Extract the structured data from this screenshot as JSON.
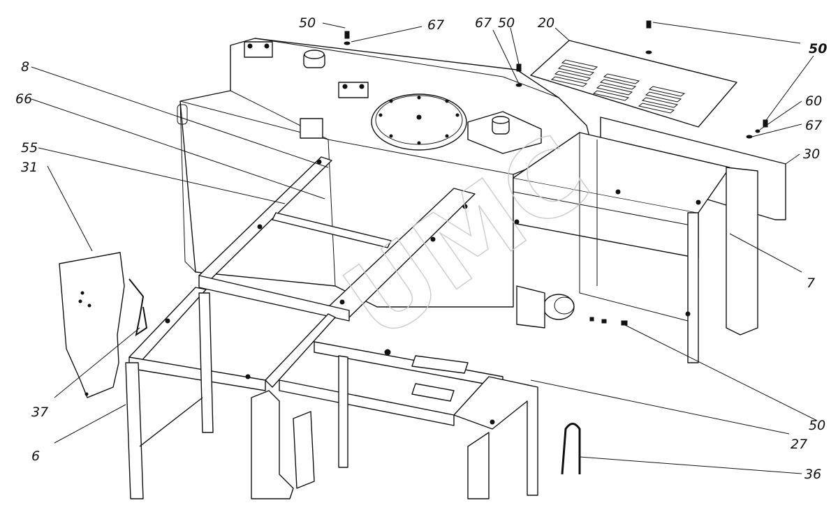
{
  "watermark": "UMC",
  "callouts": [
    {
      "id": "c50a",
      "text": "50"
    },
    {
      "id": "c67a",
      "text": "67"
    },
    {
      "id": "c67b",
      "text": "67"
    },
    {
      "id": "c50b",
      "text": "50"
    },
    {
      "id": "c20",
      "text": "20"
    },
    {
      "id": "c50c",
      "text": "50"
    },
    {
      "id": "c60",
      "text": "60"
    },
    {
      "id": "c67c",
      "text": "67"
    },
    {
      "id": "c30",
      "text": "30"
    },
    {
      "id": "c8",
      "text": "8"
    },
    {
      "id": "c66",
      "text": "66"
    },
    {
      "id": "c55",
      "text": "55"
    },
    {
      "id": "c31",
      "text": "31"
    },
    {
      "id": "c7",
      "text": "7"
    },
    {
      "id": "c37",
      "text": "37"
    },
    {
      "id": "c6",
      "text": "6"
    },
    {
      "id": "c50d",
      "text": "50"
    },
    {
      "id": "c27",
      "text": "27"
    },
    {
      "id": "c36",
      "text": "36"
    }
  ]
}
